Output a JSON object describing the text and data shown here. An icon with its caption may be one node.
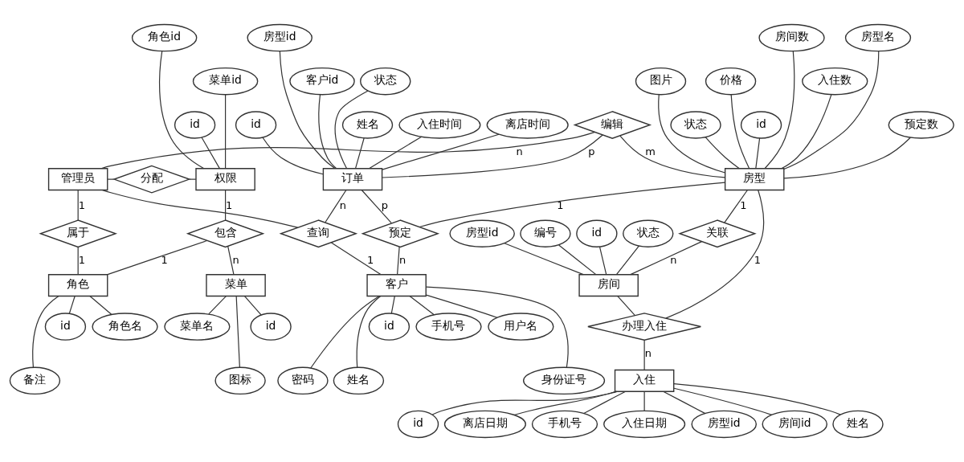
{
  "diagram": {
    "nodes": [
      {
        "text": [
          "编辑"
        ]
      },
      {
        "text": [
          "房间数"
        ]
      },
      {
        "text": [
          "入住数"
        ]
      },
      {
        "text": [
          "房型名"
        ]
      },
      {
        "text": [
          "预定数"
        ]
      },
      {
        "text": [
          "图片"
        ]
      },
      {
        "text": [
          "房型id"
        ]
      },
      {
        "text": [
          "状态"
        ]
      },
      {
        "text": [
          "客户id"
        ]
      },
      {
        "text": [
          "价格"
        ]
      },
      {
        "text": [
          "id"
        ]
      },
      {
        "text": [
          "状态"
        ]
      },
      {
        "text": [
          "角色id"
        ]
      },
      {
        "text": [
          "id"
        ]
      },
      {
        "text": [
          "菜单id"
        ]
      },
      {
        "text": [
          "id"
        ]
      },
      {
        "text": [
          "姓名"
        ]
      },
      {
        "text": [
          "入住时间"
        ]
      },
      {
        "text": [
          "房型"
        ]
      },
      {
        "text": [
          "订单"
        ]
      },
      {
        "text": [
          "管理员"
        ]
      },
      {
        "text": [
          "分配"
        ]
      },
      {
        "text": [
          "权限"
        ]
      },
      {
        "text": [
          "离店时间"
        ]
      },
      {
        "text": [
          "房型id"
        ]
      },
      {
        "text": [
          "编号"
        ]
      },
      {
        "text": [
          "id"
        ]
      },
      {
        "text": [
          "预定"
        ]
      },
      {
        "text": [
          "状态"
        ]
      },
      {
        "text": [
          "属于"
        ]
      },
      {
        "text": [
          "包含"
        ]
      },
      {
        "text": [
          "查询"
        ]
      },
      {
        "text": [
          "房间"
        ]
      },
      {
        "text": [
          "关联"
        ]
      },
      {
        "text": [
          "角色"
        ]
      },
      {
        "text": [
          "客户"
        ]
      },
      {
        "text": [
          "办理入住"
        ]
      },
      {
        "text": [
          "菜单"
        ]
      },
      {
        "text": [
          "id"
        ]
      },
      {
        "text": [
          "id"
        ]
      },
      {
        "text": [
          "手机号"
        ]
      },
      {
        "text": [
          "角色名"
        ]
      },
      {
        "text": [
          "入住"
        ]
      },
      {
        "text": [
          "用户名"
        ]
      },
      {
        "text": [
          "图标"
        ]
      },
      {
        "text": [
          "备注"
        ]
      },
      {
        "text": [
          "id"
        ]
      },
      {
        "text": [
          "身份证号"
        ]
      },
      {
        "text": [
          "密码"
        ]
      },
      {
        "text": [
          "离店日期"
        ]
      },
      {
        "text": [
          "id"
        ]
      },
      {
        "text": [
          "手机号"
        ]
      },
      {
        "text": [
          "菜单名"
        ]
      },
      {
        "text": [
          "姓名"
        ]
      },
      {
        "text": [
          "入住日期"
        ]
      },
      {
        "text": [
          "房型id"
        ]
      },
      {
        "text": [
          "房间id"
        ]
      },
      {
        "text": [
          "姓名"
        ]
      }
    ],
    "edges": [
      {
        "from": 18,
        "to": 10,
        "arrow": "none"
      },
      {
        "from": 18,
        "to": 9,
        "arrow": "none"
      },
      {
        "from": 18,
        "to": 3,
        "arrow": "none"
      },
      {
        "from": 18,
        "to": 5,
        "arrow": "none"
      },
      {
        "from": 18,
        "to": 1,
        "arrow": "none"
      },
      {
        "from": 18,
        "to": 4,
        "arrow": "none"
      },
      {
        "from": 18,
        "to": 2,
        "arrow": "none"
      },
      {
        "from": 18,
        "to": 7,
        "arrow": "none"
      },
      {
        "from": 19,
        "to": 15,
        "arrow": "none"
      },
      {
        "from": 19,
        "to": 8,
        "arrow": "none"
      },
      {
        "from": 19,
        "to": 6,
        "arrow": "none"
      },
      {
        "from": 19,
        "to": 11,
        "arrow": "none"
      },
      {
        "from": 19,
        "to": 16,
        "arrow": "none"
      },
      {
        "from": 19,
        "to": 17,
        "arrow": "none"
      },
      {
        "from": 19,
        "to": 23,
        "arrow": "none"
      },
      {
        "from": 22,
        "to": 13,
        "arrow": "none"
      },
      {
        "from": 22,
        "to": 12,
        "arrow": "none"
      },
      {
        "from": 22,
        "to": 14,
        "arrow": "none"
      },
      {
        "from": 32,
        "to": 26,
        "arrow": "none"
      },
      {
        "from": 32,
        "to": 24,
        "arrow": "none"
      },
      {
        "from": 32,
        "to": 25,
        "arrow": "none"
      },
      {
        "from": 32,
        "to": 28,
        "arrow": "none"
      },
      {
        "from": 35,
        "to": 39,
        "arrow": "none"
      },
      {
        "from": 35,
        "to": 40,
        "arrow": "none"
      },
      {
        "from": 35,
        "to": 47,
        "arrow": "none"
      },
      {
        "from": 35,
        "to": 53,
        "arrow": "none"
      },
      {
        "from": 35,
        "to": 48,
        "arrow": "none"
      },
      {
        "from": 35,
        "to": 43,
        "arrow": "none"
      },
      {
        "from": 34,
        "to": 38,
        "arrow": "none"
      },
      {
        "from": 34,
        "to": 41,
        "arrow": "none"
      },
      {
        "from": 34,
        "to": 45,
        "arrow": "none"
      },
      {
        "from": 37,
        "to": 50,
        "arrow": "none"
      },
      {
        "from": 37,
        "to": 52,
        "arrow": "none"
      },
      {
        "from": 37,
        "to": 44,
        "arrow": "none"
      },
      {
        "from": 42,
        "to": 46,
        "arrow": "none"
      },
      {
        "from": 42,
        "to": 55,
        "arrow": "none"
      },
      {
        "from": 42,
        "to": 56,
        "arrow": "none"
      },
      {
        "from": 42,
        "to": 57,
        "arrow": "none"
      },
      {
        "from": 42,
        "to": 51,
        "arrow": "none"
      },
      {
        "from": 42,
        "to": 54,
        "arrow": "none"
      },
      {
        "from": 42,
        "to": 49,
        "arrow": "none"
      },
      {
        "from": 18,
        "to": 0,
        "arrow": "none",
        "label": "m"
      },
      {
        "from": 19,
        "to": 0,
        "arrow": "none",
        "label": "p"
      },
      {
        "from": 20,
        "to": 0,
        "arrow": "none",
        "label": "n"
      },
      {
        "from": 18,
        "to": 27,
        "arrow": "none",
        "label": "1"
      },
      {
        "from": 19,
        "to": 27,
        "arrow": "none",
        "label": "p"
      },
      {
        "from": 35,
        "to": 27,
        "arrow": "none",
        "label": "n"
      },
      {
        "from": 32,
        "to": 33,
        "arrow": "none",
        "label": "n"
      },
      {
        "from": 18,
        "to": 33,
        "arrow": "none",
        "label": "1"
      },
      {
        "from": 18,
        "to": 36,
        "arrow": "none",
        "label": "1"
      },
      {
        "from": 32,
        "to": 36,
        "arrow": "none"
      },
      {
        "from": 42,
        "to": 36,
        "arrow": "none",
        "label": "n"
      },
      {
        "from": 19,
        "to": 31,
        "arrow": "none",
        "label": "n"
      },
      {
        "from": 35,
        "to": 31,
        "arrow": "none",
        "label": "1"
      },
      {
        "from": 20,
        "to": 31,
        "arrow": "none"
      },
      {
        "from": 20,
        "to": 21,
        "arrow": "none"
      },
      {
        "from": 21,
        "to": 22,
        "arrow": "none"
      },
      {
        "from": 20,
        "to": 29,
        "arrow": "none",
        "label": "1"
      },
      {
        "from": 34,
        "to": 29,
        "arrow": "none",
        "label": "1"
      },
      {
        "from": 22,
        "to": 30,
        "arrow": "none",
        "label": "1"
      },
      {
        "from": 34,
        "to": 30,
        "arrow": "none",
        "label": "1"
      },
      {
        "from": 37,
        "to": 30,
        "arrow": "none",
        "label": "n"
      }
    ]
  }
}
